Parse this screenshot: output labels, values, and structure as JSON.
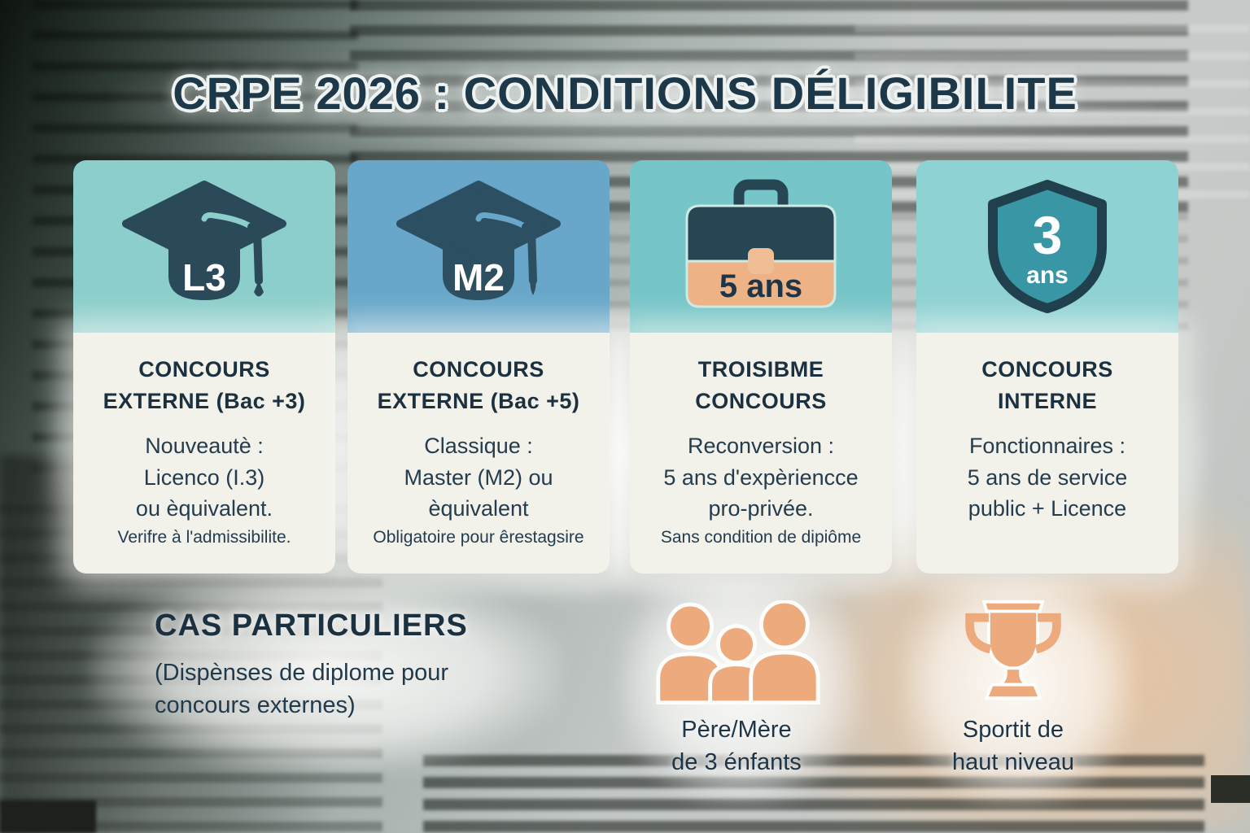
{
  "title": "CRPE 2026 : CONDITIONS DÉLIGIBILITE",
  "colors": {
    "title_text": "#1d3949",
    "card_body_bg": "#f2f1ea",
    "header_teal_light": "#8ccecb",
    "header_blue": "#68a7c9",
    "header_teal": "#76c5c8",
    "header_teal_lighter": "#8fd2d3",
    "icon_dark": "#2a4a59",
    "shield_fill": "#3996a4",
    "orange": "#ecaa7d",
    "briefcase_peach": "#eeb287",
    "text_dark": "#1c3140"
  },
  "cards": [
    {
      "icon": "graduation-cap-icon",
      "badge": "L3",
      "title": "CONCOURS\nEXTERNE (Bac +3)",
      "body": "Nouveautè :\nLicenco (I.3)\nou èquivalent.",
      "note": "Verifre à l'admissibilite."
    },
    {
      "icon": "graduation-cap-icon",
      "badge": "M2",
      "title": "CONCOURS\nEXTERNE (Bac +5)",
      "body": "Classique :\nMaster (M2) ou\nèquivalent",
      "note": "Obligatoire pour êrestagsire"
    },
    {
      "icon": "briefcase-icon",
      "badge": "5 ans",
      "title": "TROISIBME\nCONCOURS",
      "body": "Reconversion :\n5 ans d'expèriencce\npro-privée.",
      "note": "Sans condition de dipiôme"
    },
    {
      "icon": "shield-icon",
      "badge_number": "3",
      "badge_unit": "ans",
      "title": "CONCOURS\nINTERNE",
      "body": "Fonctionnaires :\n5 ans de service\npublic + Licence",
      "note": ""
    }
  ],
  "special_section": {
    "heading": "CAS PARTICULIERS",
    "subheading": "(Dispènses de diplome pour\nconcours externes)",
    "items": [
      {
        "icon": "family-icon",
        "label": "Père/Mère\nde 3 énfants"
      },
      {
        "icon": "trophy-icon",
        "label": "Sportit de\nhaut niveau"
      }
    ]
  }
}
